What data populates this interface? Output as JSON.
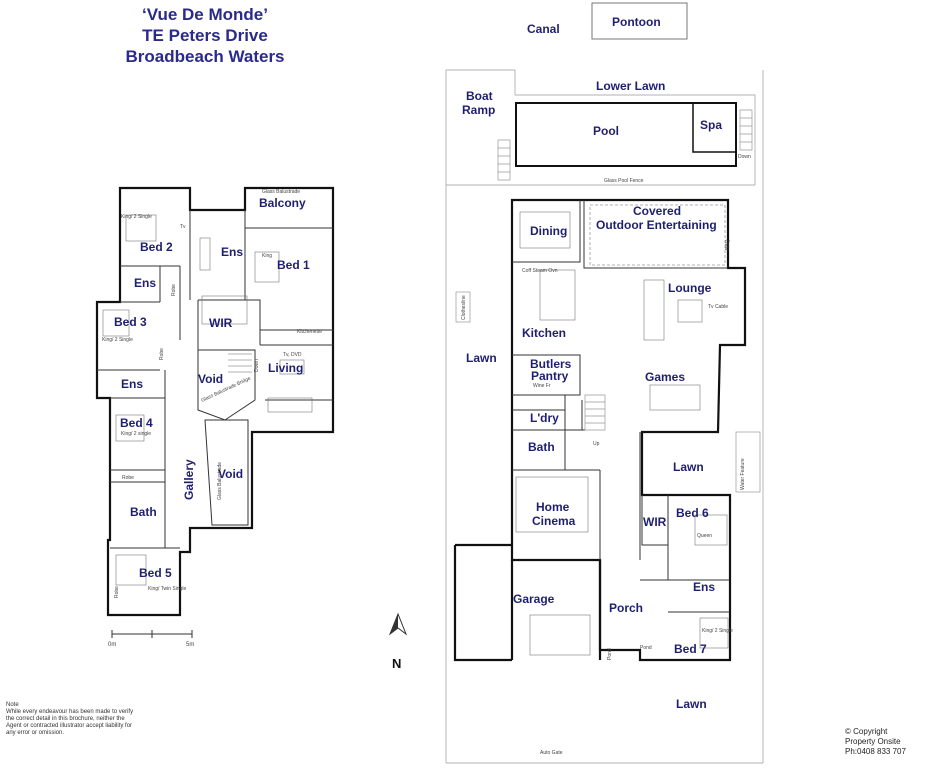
{
  "header": {
    "line1": "‘Vue De Monde’",
    "line2": "TE Peters Drive",
    "line3": "Broadbeach Waters"
  },
  "upper_floor": {
    "rooms": {
      "bed2": "Bed 2",
      "ens_a": "Ens",
      "bed3": "Bed 3",
      "ens_b": "Ens",
      "bed4": "Bed 4",
      "bath": "Bath",
      "bed5": "Bed 5",
      "balcony": "Balcony",
      "ens_c": "Ens",
      "bed1": "Bed 1",
      "wir": "WIR",
      "void1": "Void",
      "living": "Living",
      "gallery": "Gallery",
      "void2": "Void"
    },
    "small": {
      "robe1": "Robe",
      "robe2": "Robe",
      "robe3": "Robe",
      "robe4": "Robe",
      "bed2_note": "King/ 2 Single",
      "bed3_note": "King/ 2 Single",
      "bed4_note": "King/ 2 single",
      "bed5_note": "King/ Twin Single",
      "bed1_note": "King",
      "balustrade": "Glass Balustrade",
      "kitchenette": "Kitchenette",
      "tv_dvd": "Tv, DVD",
      "bridge": "Glass Balustrade Bridge",
      "glass_bal2": "Glass Balustrade",
      "down": "Down",
      "tv": "Tv"
    },
    "scale": {
      "left": "0m",
      "right": "5m"
    }
  },
  "ground_floor": {
    "rooms": {
      "canal": "Canal",
      "pontoon": "Pontoon",
      "lower_lawn": "Lower Lawn",
      "boat_ramp": "Boat Ramp",
      "pool": "Pool",
      "spa": "Spa",
      "dining": "Dining",
      "covered": "Covered Outdoor Entertaining",
      "lounge": "Lounge",
      "kitchen": "Kitchen",
      "lawn_w": "Lawn",
      "butlers": "Butlers Pantry",
      "games": "Games",
      "laundry": "L'dry",
      "bath": "Bath",
      "lawn_e": "Lawn",
      "home_cinema": "Home Cinema",
      "wir": "WIR",
      "bed6": "Bed 6",
      "garage": "Garage",
      "porch": "Porch",
      "ens": "Ens",
      "bed7": "Bed 7",
      "pond1": "Pond",
      "pond2": "Pond",
      "lawn_s": "Lawn"
    },
    "small": {
      "glass_pool_fence": "Glass Pool Fence",
      "auto_gate": "Auto Gate",
      "clothesline": "Clothesline",
      "water_feature": "Water Feature",
      "bbq": "BBQ",
      "down": "Down",
      "up": "Up",
      "coffee": "Coff Steam Ovn",
      "wine_fr": "Wine Fr",
      "tv_cable": "Tv Cable",
      "queen": "Queen",
      "king_single": "King/ 2 Single"
    },
    "north": "N"
  },
  "note": {
    "title": "Note",
    "text": "While every endeavour has been made to verify the correct detail in this brochure, neither the Agent or contracted illustrator accept liability for any error or omission."
  },
  "copyright": {
    "line1": "Copyright",
    "line2": "Property Onsite",
    "line3": "Ph:0408 833 707"
  }
}
